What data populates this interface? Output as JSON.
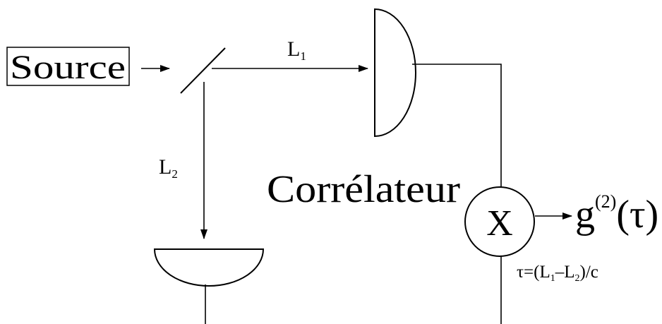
{
  "source_label": "Source",
  "path1_label": {
    "main": "L",
    "sub": "1"
  },
  "path2_label": {
    "main": "L",
    "sub": "2"
  },
  "correlator_label": "Corrélateur",
  "multiplier_symbol": "X",
  "output_label": {
    "main": "g",
    "sup": "(2)",
    "arg": "(τ)"
  },
  "delay_formula": {
    "prefix": "τ=(L",
    "sub1": "1",
    "minus": "–L",
    "sub2": "2",
    "suffix": ")/c"
  }
}
